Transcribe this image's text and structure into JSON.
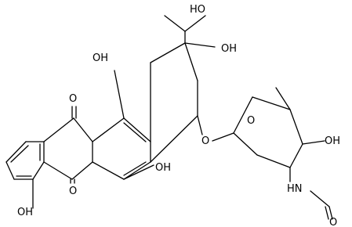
{
  "labels": {
    "oh_side_chain": "HO",
    "oh_c9": "OH",
    "oh_c6": "OH",
    "oh_c11": "OH",
    "oh_sugar": "OH",
    "oh_c4": "OH",
    "o_quinone_top": "O",
    "o_quinone_bottom": "O",
    "o_glycosidic": "O",
    "o_ring": "O",
    "nh_amide": "HN",
    "o_formyl": "O"
  },
  "colors": {
    "bond": "#000000",
    "text": "#000000",
    "background": "#ffffff"
  }
}
